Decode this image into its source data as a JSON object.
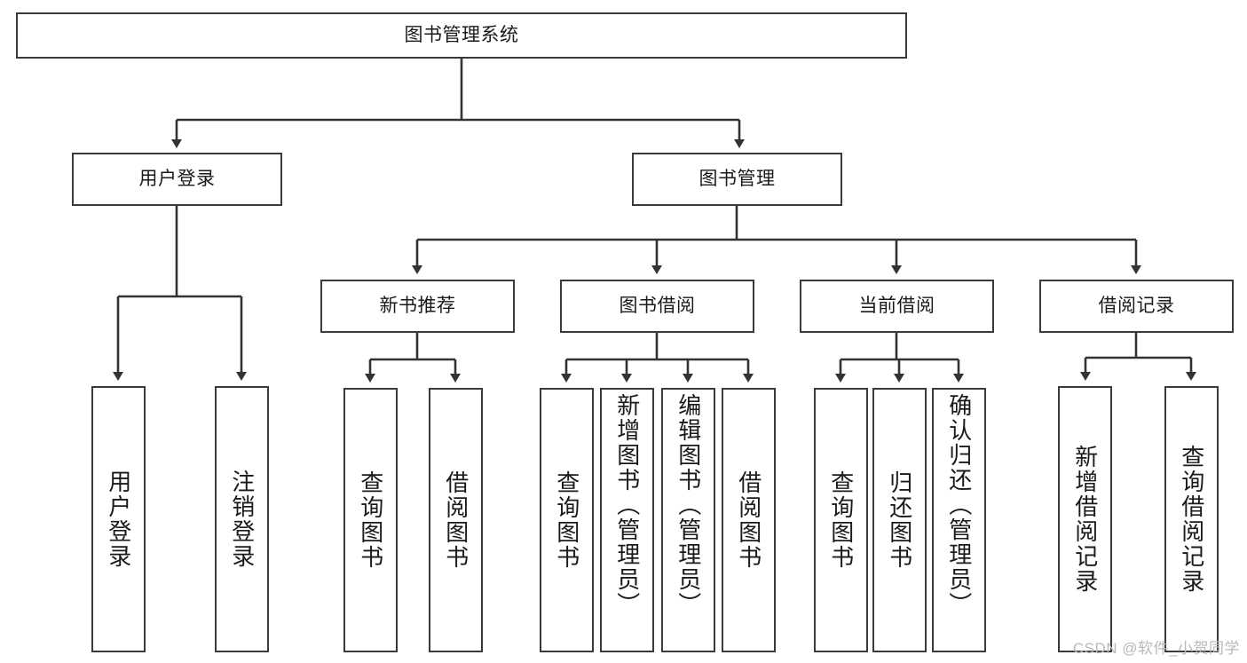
{
  "diagram": {
    "title": "图书管理系统",
    "type": "tree",
    "colors": {
      "box_border": "#3a3a3a",
      "box_fill": "#ffffff",
      "connector": "#333333",
      "text": "#1a1a1a",
      "watermark": "#b9b9b9"
    },
    "levels": {
      "root": {
        "label": "图书管理系统"
      },
      "level2": [
        {
          "label": "用户登录"
        },
        {
          "label": "图书管理"
        }
      ],
      "level3": [
        {
          "label": "新书推荐"
        },
        {
          "label": "图书借阅"
        },
        {
          "label": "当前借阅"
        },
        {
          "label": "借阅记录"
        }
      ],
      "leaves_user_login": [
        {
          "label": "用户登录"
        },
        {
          "label": "注销登录"
        }
      ],
      "leaves_new_book": [
        {
          "label": "查询图书"
        },
        {
          "label": "借阅图书"
        }
      ],
      "leaves_book_borrow": [
        {
          "label": "查询图书"
        },
        {
          "label": "新增图书（管理员）"
        },
        {
          "label": "编辑图书（管理员）"
        },
        {
          "label": "借阅图书"
        }
      ],
      "leaves_current_borrow": [
        {
          "label": "查询图书"
        },
        {
          "label": "归还图书"
        },
        {
          "label": "确认归还（管理员）"
        }
      ],
      "leaves_borrow_record": [
        {
          "label": "新增借阅记录"
        },
        {
          "label": "查询借阅记录"
        }
      ]
    }
  },
  "watermark": {
    "text": "CSDN @软件_小贺同学"
  }
}
